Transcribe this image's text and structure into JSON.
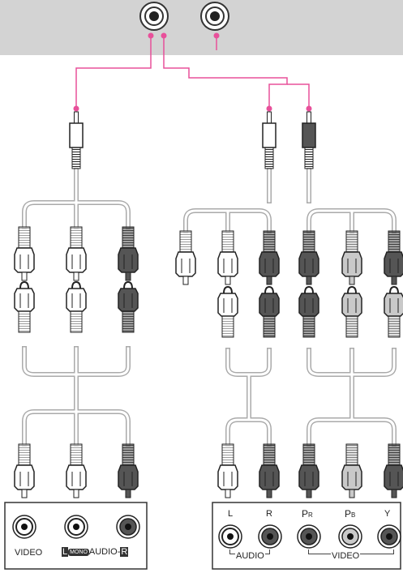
{
  "colors": {
    "pink_wire": "#e8509a",
    "jack_panel": "#d3d3d3",
    "cable_grey": "#aaaaaa",
    "plug_dark": "#555555",
    "plug_white": "#ffffff",
    "plug_light": "#c9c9c9"
  },
  "left_panel": {
    "video_label": "VIDEO",
    "audio_l_text": "L",
    "mono_text": "MONO",
    "audio_label": "AUDIO-",
    "audio_r_text": "R"
  },
  "right_panel": {
    "l_label": "L",
    "r_label": "R",
    "pr_main": "P",
    "pr_sub": "R",
    "pb_main": "P",
    "pb_sub": "B",
    "y_label": "Y",
    "audio_group": "AUDIO",
    "video_group": "VIDEO"
  }
}
